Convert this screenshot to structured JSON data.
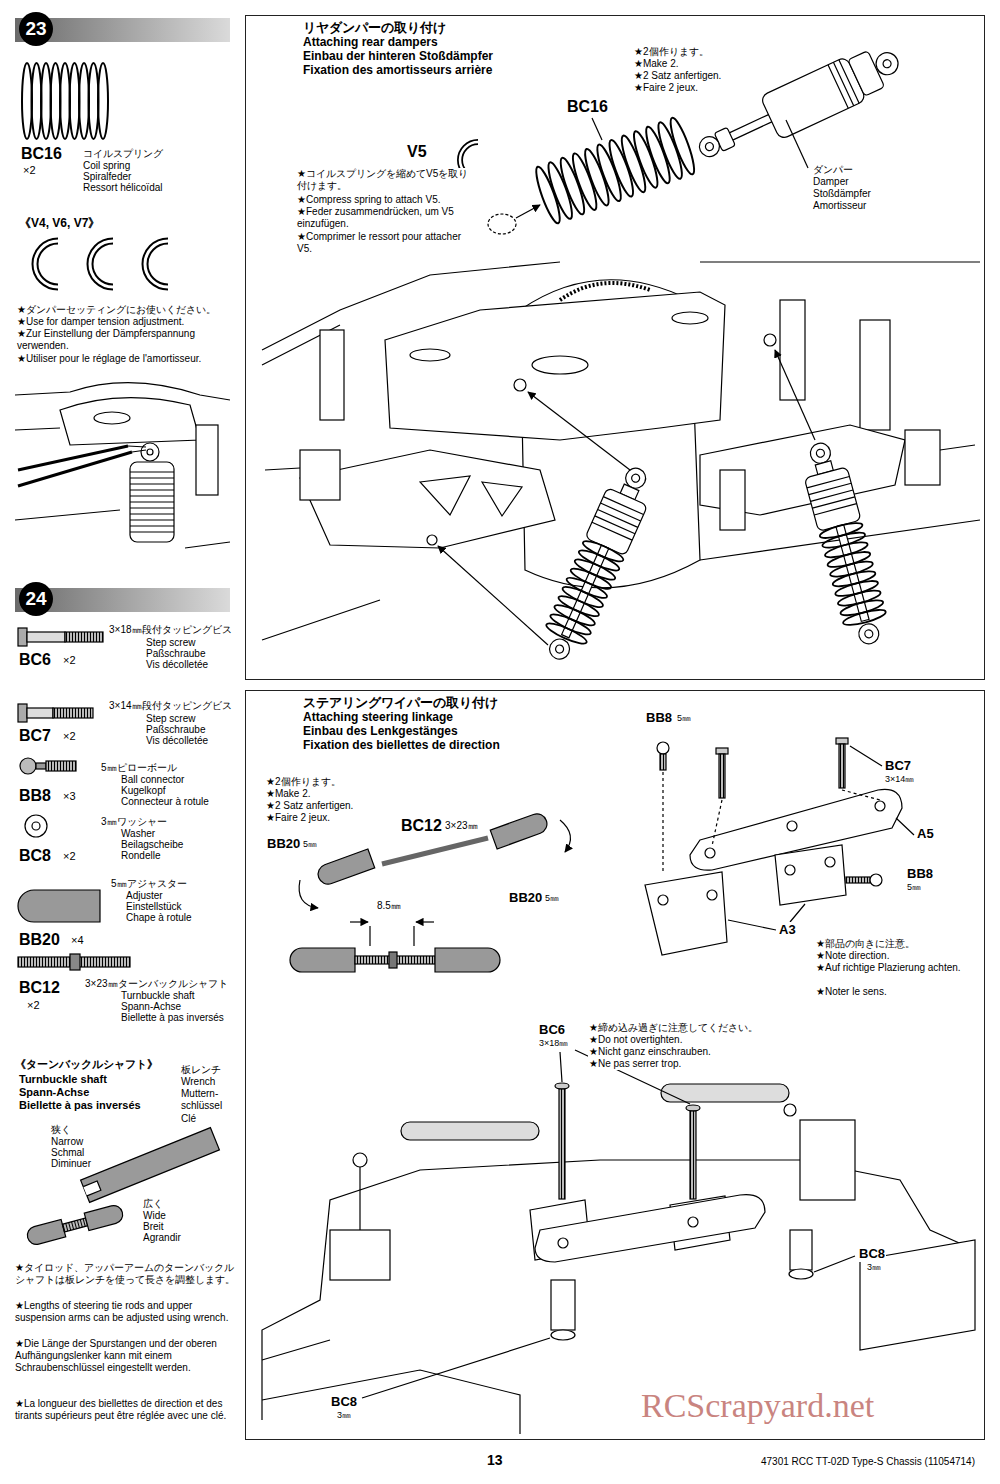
{
  "diagram": {
    "nodes": [
      {
        "text": [
          "23"
        ]
      },
      {
        "text": [
          "リヤダンパーの取り付け",
          "Attaching rear dampers",
          "Einbau der hinteren Stoßdämpfer",
          "Fixation des amortisseurs arrière"
        ]
      },
      {
        "text": [
          "23"
        ],
        "in": 1
      },
      {
        "text": [
          "24"
        ]
      },
      {
        "text": [
          "ステアリングワイパーの取り付け",
          "Attaching steering linkage",
          "Einbau des Lenkgestänges",
          "Fixation des biellettes de direction"
        ]
      },
      {
        "text": [
          "24"
        ],
        "in": 4
      }
    ],
    "labels": [
      "BC16",
      "×2",
      "コイルスプリング",
      "Coil spring",
      "Spiralfeder",
      "Ressort hélicoïdal",
      "《V4, V6, V7》",
      "★ダンパーセッティングにお使いください。",
      "★Use for damper tension adjustment.",
      "★Zur Einstellung der Dämpferspannung verwenden.",
      "★Utiliser pour le réglage de l'amortisseur.",
      "★2個作ります。",
      "★Make 2.",
      "★2 Satz anfertigen.",
      "★Faire 2 jeux.",
      "BC16",
      "V5",
      "★コイルスプリングを縮めてV5を取り付けます。",
      "★Compress spring to attach V5.",
      "★Feder zusammendrücken, um V5 einzufügen.",
      "★Comprimer le ressort pour attacher V5.",
      "ダンパー",
      "Damper",
      "Stoßdämpfer",
      "Amortisseur",
      "BC6",
      "×2",
      "3×18㎜段付タッピングビス",
      "Step screw",
      "Paßschraube",
      "Vis décolletée",
      "BC7",
      "×2",
      "3×14㎜段付タッピングビス",
      "Step screw",
      "Paßschraube",
      "Vis décolletée",
      "BB8",
      "×3",
      "5㎜ピローボール",
      "Ball connector",
      "Kugelkopf",
      "Connecteur à rotule",
      "BC8",
      "×2",
      "3㎜ワッシャー",
      "Washer",
      "Beilagscheibe",
      "Rondelle",
      "BB20",
      "×4",
      "5㎜アジャスター",
      "Adjuster",
      "Einstellstück",
      "Chape à rotule",
      "BC12",
      "×2",
      "3×23㎜ターンバックルシャフト",
      "Turnbuckle shaft",
      "Spann-Achse",
      "Biellette à pas inversés",
      "《ターンバックルシャフト》",
      "Turnbuckle shaft",
      "Spann-Achse",
      "Biellette à pas inversés",
      "板レンチ",
      "Wrench",
      "Muttern- schlüssel",
      "Clé",
      "狭く",
      "Narrow",
      "Schmal",
      "Diminuer",
      "広く",
      "Wide",
      "Breit",
      "Agrandir",
      "★タイロッド、アッパーアームのターンバックルシャフトは板レンチを使って長さを調整します。",
      "★Lengths of steering tie rods and upper suspension arms can be adjusted using wrench.",
      "★Die Länge der Spurstangen und der oberen Aufhängungslenker kann mit einem Schraubenschlüssel eingestellt werden.",
      "★La longueur des biellettes de direction et des tirants supérieurs peut être réglée avec une clé.",
      "★2個作ります。",
      "★Make 2.",
      "★2 Satz anfertigen.",
      "★Faire 2 jeux.",
      "BC12",
      "3×23㎜",
      "BB20",
      "5㎜",
      "BB20",
      "5㎜",
      "8.5㎜",
      "BB8",
      "5㎜",
      "BC7",
      "3×14㎜",
      "A5",
      "BB8",
      "5㎜",
      "A3",
      "★部品の向きに注意。",
      "★Note direction.",
      "★Auf richtige Plazierung achten.",
      "★Noter le sens.",
      "BC6",
      "3×18㎜",
      "★締め込み過ぎに注意してください。",
      "★Do not overtighten.",
      "★Nicht ganz einschrauben.",
      "★Ne pas serrer trop.",
      "BC8",
      "3㎜",
      "BC8",
      "3㎜",
      "RCScrapyard.net",
      "13",
      "47301 RCC TT-02D Type-S Chassis (11054714)"
    ]
  }
}
